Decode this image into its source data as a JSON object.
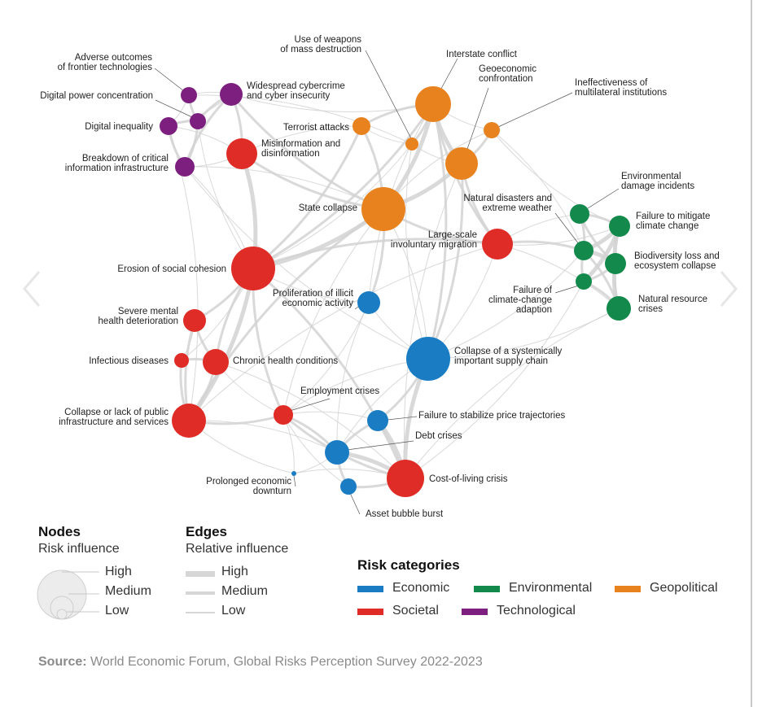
{
  "nodes": [
    {
      "id": "adverse",
      "label": [
        "Adverse outcomes",
        "of frontier technologies"
      ],
      "category": "Technological",
      "influence": "Low"
    },
    {
      "id": "cybercrime",
      "label": [
        "Widespread cybercrime",
        "and cyber insecurity"
      ],
      "category": "Technological",
      "influence": "Medium"
    },
    {
      "id": "digpower",
      "label": [
        "Digital power concentration"
      ],
      "category": "Technological",
      "influence": "Low"
    },
    {
      "id": "diginequality",
      "label": [
        "Digital inequality"
      ],
      "category": "Technological",
      "influence": "Low"
    },
    {
      "id": "breakdown",
      "label": [
        "Breakdown of critical",
        "information infrastructure"
      ],
      "category": "Technological",
      "influence": "Low"
    },
    {
      "id": "misinfo",
      "label": [
        "Misinformation and",
        "disinformation"
      ],
      "category": "Societal",
      "influence": "Medium"
    },
    {
      "id": "weapons",
      "label": [
        "Use of weapons",
        "of mass destruction"
      ],
      "category": "Geopolitical",
      "influence": "Low"
    },
    {
      "id": "interstate",
      "label": [
        "Interstate conflict"
      ],
      "category": "Geopolitical",
      "influence": "Medium"
    },
    {
      "id": "terrorist",
      "label": [
        "Terrorist attacks"
      ],
      "category": "Geopolitical",
      "influence": "Low"
    },
    {
      "id": "geoeco",
      "label": [
        "Geoeconomic",
        "confrontation"
      ],
      "category": "Geopolitical",
      "influence": "Medium"
    },
    {
      "id": "multilateral",
      "label": [
        "Ineffectiveness of",
        "multilateral institutions"
      ],
      "category": "Geopolitical",
      "influence": "Low"
    },
    {
      "id": "statecollapse",
      "label": [
        "State collapse"
      ],
      "category": "Geopolitical",
      "influence": "High"
    },
    {
      "id": "envdamage",
      "label": [
        "Environmental",
        "damage incidents"
      ],
      "category": "Environmental",
      "influence": "Low"
    },
    {
      "id": "natdisasters",
      "label": [
        "Natural disasters and",
        "extreme weather"
      ],
      "category": "Environmental",
      "influence": "Low"
    },
    {
      "id": "climatemit",
      "label": [
        "Failure to mitigate",
        "climate change"
      ],
      "category": "Environmental",
      "influence": "Low"
    },
    {
      "id": "biodiversity",
      "label": [
        "Biodiversity loss and",
        "ecosystem collapse"
      ],
      "category": "Environmental",
      "influence": "Low"
    },
    {
      "id": "climateadapt",
      "label": [
        "Failure of",
        "climate-change",
        "adaption"
      ],
      "category": "Environmental",
      "influence": "Low"
    },
    {
      "id": "natresource",
      "label": [
        "Natural resource",
        "crises"
      ],
      "category": "Environmental",
      "influence": "Low"
    },
    {
      "id": "migration",
      "label": [
        "Large-scale",
        "involuntary migration"
      ],
      "category": "Societal",
      "influence": "Medium"
    },
    {
      "id": "cohesion",
      "label": [
        "Erosion of social cohesion"
      ],
      "category": "Societal",
      "influence": "High"
    },
    {
      "id": "illicit",
      "label": [
        "Proliferation of illicit",
        "economic activity"
      ],
      "category": "Economic",
      "influence": "Low"
    },
    {
      "id": "mentalhealth",
      "label": [
        "Severe mental",
        "health deterioration"
      ],
      "category": "Societal",
      "influence": "Low"
    },
    {
      "id": "infectious",
      "label": [
        "Infectious diseases"
      ],
      "category": "Societal",
      "influence": "Low"
    },
    {
      "id": "chronic",
      "label": [
        "Chronic health conditions"
      ],
      "category": "Societal",
      "influence": "Low"
    },
    {
      "id": "supplychain",
      "label": [
        "Collapse of a systemically",
        "important supply chain"
      ],
      "category": "Economic",
      "influence": "High"
    },
    {
      "id": "employment",
      "label": [
        "Employment crises"
      ],
      "category": "Societal",
      "influence": "Low"
    },
    {
      "id": "publicinfra",
      "label": [
        "Collapse or lack of public",
        "infrastructure and services"
      ],
      "category": "Societal",
      "influence": "Medium"
    },
    {
      "id": "pricestab",
      "label": [
        "Failure to stabilize price trajectories"
      ],
      "category": "Economic",
      "influence": "Low"
    },
    {
      "id": "debt",
      "label": [
        "Debt crises"
      ],
      "category": "Economic",
      "influence": "Low"
    },
    {
      "id": "downturn",
      "label": [
        "Prolonged economic",
        "downturn"
      ],
      "category": "Economic",
      "influence": "Low"
    },
    {
      "id": "costofliving",
      "label": [
        "Cost-of-living crisis"
      ],
      "category": "Societal",
      "influence": "Medium"
    },
    {
      "id": "assetbubble",
      "label": [
        "Asset bubble burst"
      ],
      "category": "Economic",
      "influence": "Low"
    }
  ],
  "edges": [
    [
      "adverse",
      "cybercrime",
      "Low"
    ],
    [
      "adverse",
      "digpower",
      "Medium"
    ],
    [
      "adverse",
      "diginequality",
      "Low"
    ],
    [
      "cybercrime",
      "digpower",
      "Medium"
    ],
    [
      "cybercrime",
      "diginequality",
      "Low"
    ],
    [
      "cybercrime",
      "breakdown",
      "Medium"
    ],
    [
      "cybercrime",
      "misinfo",
      "Medium"
    ],
    [
      "digpower",
      "diginequality",
      "Medium"
    ],
    [
      "digpower",
      "breakdown",
      "Medium"
    ],
    [
      "diginequality",
      "breakdown",
      "Medium"
    ],
    [
      "diginequality",
      "misinfo",
      "Low"
    ],
    [
      "breakdown",
      "misinfo",
      "Low"
    ],
    [
      "misinfo",
      "cohesion",
      "High"
    ],
    [
      "misinfo",
      "statecollapse",
      "Medium"
    ],
    [
      "misinfo",
      "terrorist",
      "Low"
    ],
    [
      "cybercrime",
      "statecollapse",
      "Medium"
    ],
    [
      "breakdown",
      "statecollapse",
      "Low"
    ],
    [
      "breakdown",
      "supplychain",
      "Low"
    ],
    [
      "breakdown",
      "cohesion",
      "Low"
    ],
    [
      "digpower",
      "cohesion",
      "Low"
    ],
    [
      "diginequality",
      "publicinfra",
      "Low"
    ],
    [
      "cybercrime",
      "interstate",
      "Low"
    ],
    [
      "adverse",
      "weapons",
      "Low"
    ],
    [
      "interstate",
      "geoeco",
      "High"
    ],
    [
      "interstate",
      "statecollapse",
      "High"
    ],
    [
      "interstate",
      "terrorist",
      "Medium"
    ],
    [
      "interstate",
      "weapons",
      "Medium"
    ],
    [
      "interstate",
      "migration",
      "Medium"
    ],
    [
      "interstate",
      "cohesion",
      "Medium"
    ],
    [
      "interstate",
      "multilateral",
      "Low"
    ],
    [
      "interstate",
      "supplychain",
      "Medium"
    ],
    [
      "interstate",
      "illicit",
      "Low"
    ],
    [
      "geoeco",
      "statecollapse",
      "High"
    ],
    [
      "geoeco",
      "multilateral",
      "Medium"
    ],
    [
      "geoeco",
      "supplychain",
      "Medium"
    ],
    [
      "geoeco",
      "migration",
      "Medium"
    ],
    [
      "geoeco",
      "weapons",
      "Low"
    ],
    [
      "geoeco",
      "costofliving",
      "Low"
    ],
    [
      "terrorist",
      "statecollapse",
      "Medium"
    ],
    [
      "terrorist",
      "weapons",
      "Low"
    ],
    [
      "terrorist",
      "cohesion",
      "Medium"
    ],
    [
      "multilateral",
      "statecollapse",
      "Low"
    ],
    [
      "multilateral",
      "natdisasters",
      "Low"
    ],
    [
      "multilateral",
      "climatemit",
      "Low"
    ],
    [
      "statecollapse",
      "cohesion",
      "High"
    ],
    [
      "statecollapse",
      "migration",
      "Medium"
    ],
    [
      "statecollapse",
      "illicit",
      "Medium"
    ],
    [
      "statecollapse",
      "publicinfra",
      "Medium"
    ],
    [
      "statecollapse",
      "supplychain",
      "Low"
    ],
    [
      "statecollapse",
      "employment",
      "Low"
    ],
    [
      "envdamage",
      "climatemit",
      "Medium"
    ],
    [
      "envdamage",
      "biodiversity",
      "Medium"
    ],
    [
      "envdamage",
      "natdisasters",
      "Medium"
    ],
    [
      "natdisasters",
      "climatemit",
      "High"
    ],
    [
      "natdisasters",
      "biodiversity",
      "High"
    ],
    [
      "natdisasters",
      "climateadapt",
      "Medium"
    ],
    [
      "natdisasters",
      "natresource",
      "Medium"
    ],
    [
      "climatemit",
      "biodiversity",
      "High"
    ],
    [
      "climatemit",
      "climateadapt",
      "High"
    ],
    [
      "climatemit",
      "natresource",
      "Medium"
    ],
    [
      "biodiversity",
      "climateadapt",
      "Medium"
    ],
    [
      "biodiversity",
      "natresource",
      "High"
    ],
    [
      "climateadapt",
      "natresource",
      "Medium"
    ],
    [
      "natdisasters",
      "migration",
      "Medium"
    ],
    [
      "climatemit",
      "migration",
      "Low"
    ],
    [
      "natresource",
      "migration",
      "Low"
    ],
    [
      "natresource",
      "supplychain",
      "Low"
    ],
    [
      "natresource",
      "costofliving",
      "Low"
    ],
    [
      "natdisasters",
      "supplychain",
      "Low"
    ],
    [
      "envdamage",
      "migration",
      "Low"
    ],
    [
      "climateadapt",
      "costofliving",
      "Low"
    ],
    [
      "migration",
      "cohesion",
      "Medium"
    ],
    [
      "migration",
      "supplychain",
      "Low"
    ],
    [
      "migration",
      "publicinfra",
      "Low"
    ],
    [
      "cohesion",
      "mentalhealth",
      "Medium"
    ],
    [
      "cohesion",
      "chronic",
      "Medium"
    ],
    [
      "cohesion",
      "publicinfra",
      "High"
    ],
    [
      "cohesion",
      "employment",
      "Medium"
    ],
    [
      "cohesion",
      "costofliving",
      "Medium"
    ],
    [
      "cohesion",
      "illicit",
      "Low"
    ],
    [
      "cohesion",
      "infectious",
      "Low"
    ],
    [
      "mentalhealth",
      "chronic",
      "Medium"
    ],
    [
      "mentalhealth",
      "infectious",
      "Low"
    ],
    [
      "mentalhealth",
      "publicinfra",
      "Medium"
    ],
    [
      "infectious",
      "chronic",
      "Medium"
    ],
    [
      "infectious",
      "publicinfra",
      "Medium"
    ],
    [
      "chronic",
      "publicinfra",
      "Medium"
    ],
    [
      "chronic",
      "employment",
      "Low"
    ],
    [
      "chronic",
      "costofliving",
      "Low"
    ],
    [
      "publicinfra",
      "employment",
      "Medium"
    ],
    [
      "publicinfra",
      "debt",
      "Low"
    ],
    [
      "publicinfra",
      "downturn",
      "Low"
    ],
    [
      "employment",
      "debt",
      "Medium"
    ],
    [
      "employment",
      "costofliving",
      "Medium"
    ],
    [
      "employment",
      "downturn",
      "Low"
    ],
    [
      "employment",
      "assetbubble",
      "Low"
    ],
    [
      "employment",
      "pricestab",
      "Low"
    ],
    [
      "supplychain",
      "costofliving",
      "High"
    ],
    [
      "supplychain",
      "pricestab",
      "Medium"
    ],
    [
      "supplychain",
      "debt",
      "Low"
    ],
    [
      "supplychain",
      "illicit",
      "Low"
    ],
    [
      "supplychain",
      "employment",
      "Low"
    ],
    [
      "pricestab",
      "costofliving",
      "High"
    ],
    [
      "pricestab",
      "debt",
      "Medium"
    ],
    [
      "debt",
      "costofliving",
      "High"
    ],
    [
      "debt",
      "assetbubble",
      "Medium"
    ],
    [
      "debt",
      "downturn",
      "Low"
    ],
    [
      "assetbubble",
      "costofliving",
      "Medium"
    ],
    [
      "downturn",
      "costofliving",
      "Low"
    ],
    [
      "illicit",
      "debt",
      "Low"
    ],
    [
      "illicit",
      "employment",
      "Low"
    ],
    [
      "weapons",
      "supplychain",
      "Low"
    ],
    [
      "weapons",
      "cohesion",
      "Low"
    ]
  ],
  "callouts": [
    "weapons",
    "interstate",
    "geoeco",
    "multilateral",
    "envdamage",
    "natdisasters",
    "climateadapt",
    "illicit",
    "employment",
    "pricestab",
    "debt",
    "downturn",
    "assetbubble",
    "adverse",
    "digpower"
  ],
  "legend": {
    "nodes_title": "Nodes",
    "nodes_subtitle": "Risk influence",
    "node_levels": [
      "High",
      "Medium",
      "Low"
    ],
    "edges_title": "Edges",
    "edges_subtitle": "Relative influence",
    "edge_levels": [
      "High",
      "Medium",
      "Low"
    ],
    "categories_title": "Risk categories",
    "categories": [
      {
        "name": "Economic",
        "color": "#1a7dc4"
      },
      {
        "name": "Environmental",
        "color": "#138a4b"
      },
      {
        "name": "Geopolitical",
        "color": "#e8821e"
      },
      {
        "name": "Societal",
        "color": "#e02c26"
      },
      {
        "name": "Technological",
        "color": "#7c1f7f"
      }
    ]
  },
  "source": {
    "prefix": "Source:",
    "text": " World Economic Forum, Global Risks Perception Survey 2022-2023"
  },
  "navigation": {
    "prev_icon": "chevron-left-icon",
    "next_icon": "chevron-right-icon"
  }
}
